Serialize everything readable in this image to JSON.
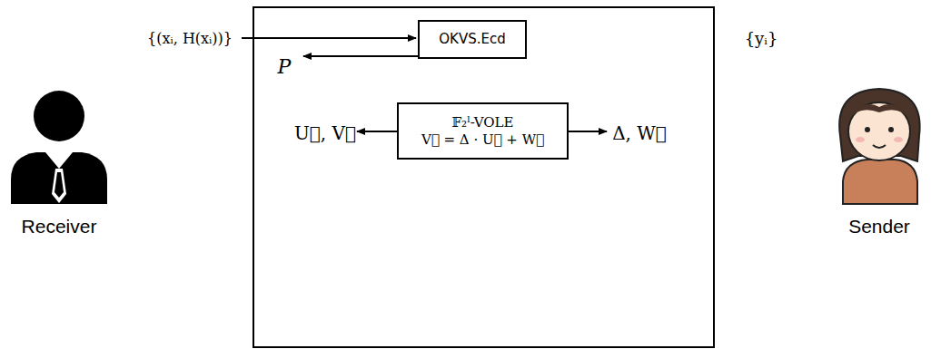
{
  "diagram": {
    "nodes": [
      {
        "text": [
          "OKVS.Ecd"
        ]
      },
      {
        "text": [
          "𝔽₂ˡ-VOLE",
          "V⃗ = Δ · U⃗ + W⃗"
        ]
      }
    ],
    "labels": [
      "{(xᵢ, H(xᵢ))}",
      "P",
      "U⃗, V⃗",
      "Δ, W⃗",
      "{yᵢ}",
      "Receiver",
      "Sender"
    ]
  }
}
